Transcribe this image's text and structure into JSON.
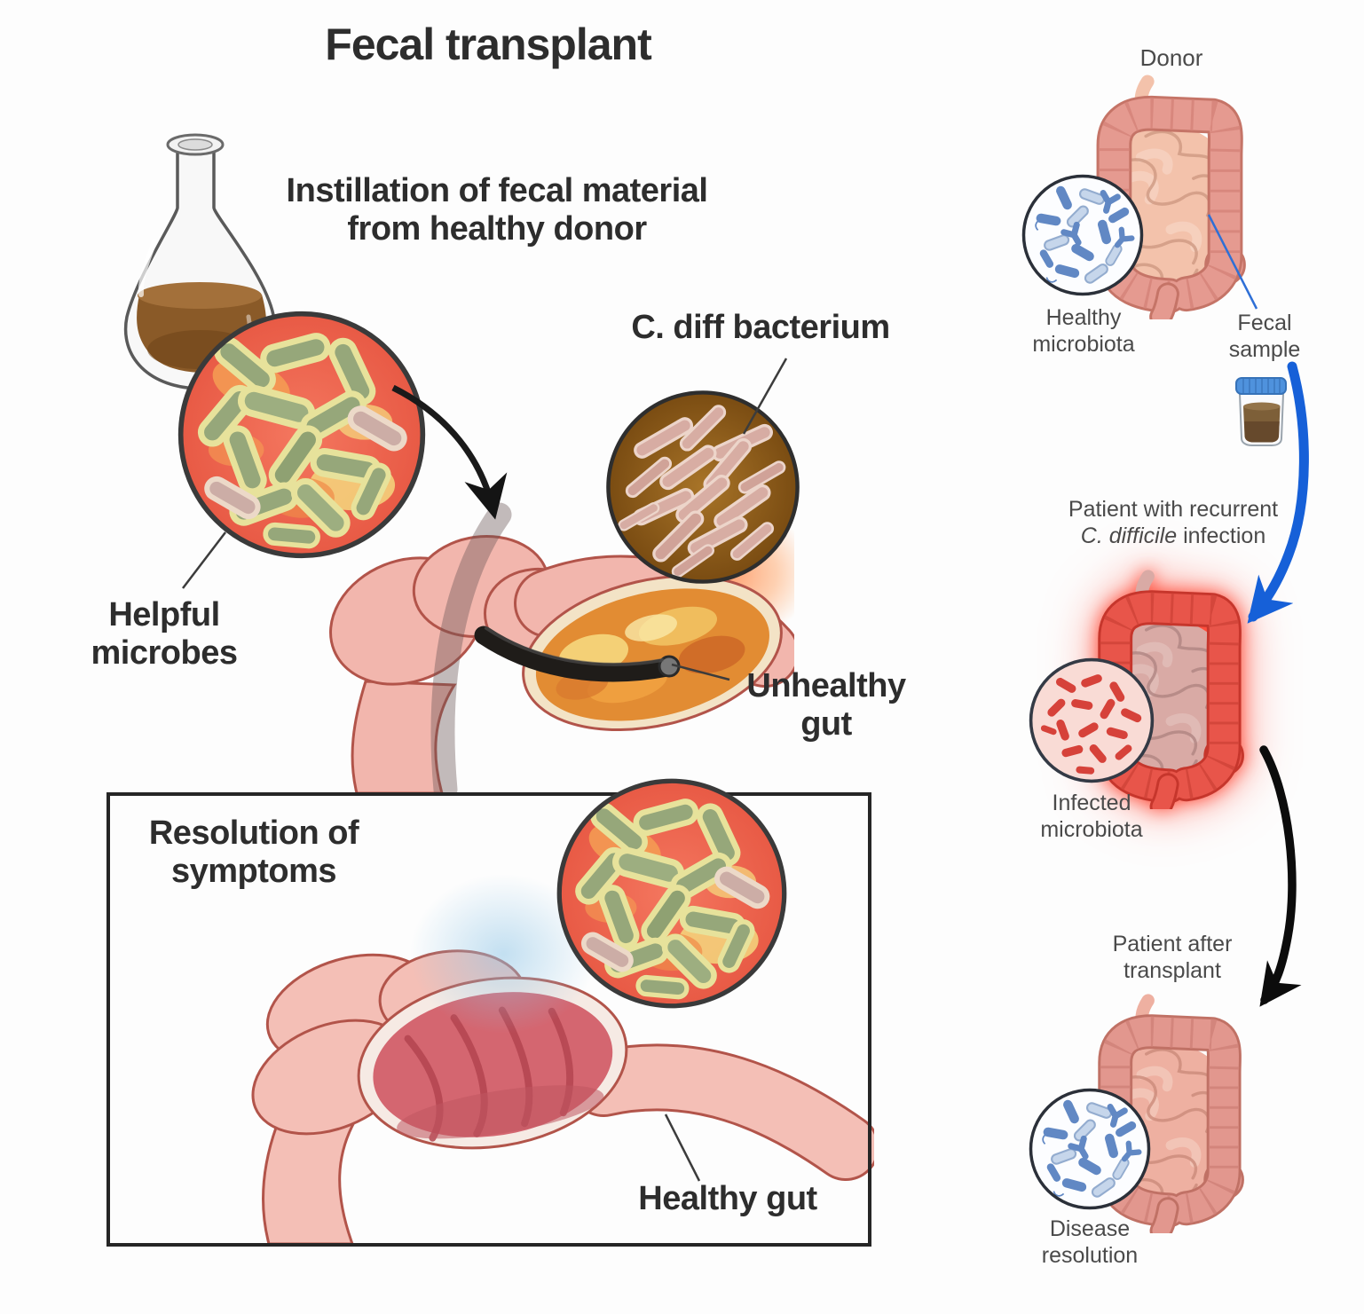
{
  "left_panel": {
    "title": "Fecal transplant",
    "subtitle": {
      "line1": "Instillation of fecal material",
      "line2": "from healthy donor"
    },
    "labels": {
      "c_diff": "C. diff bacterium",
      "helpful": {
        "line1": "Helpful",
        "line2": "microbes"
      },
      "unhealthy": {
        "line1": "Unhealthy",
        "line2": "gut"
      },
      "resolution": {
        "line1": "Resolution of",
        "line2": "symptoms"
      },
      "healthy_gut": "Healthy gut"
    }
  },
  "right_panel": {
    "donor": {
      "title": "Donor",
      "inset_label": {
        "line1": "Healthy",
        "line2": "microbiota"
      },
      "sample_label": {
        "line1": "Fecal",
        "line2": "sample"
      }
    },
    "patient_infected": {
      "title_line1": "Patient with recurrent",
      "title_species": "C. difficile",
      "title_line2_rest": " infection",
      "inset_label": {
        "line1": "Infected",
        "line2": "microbiota"
      }
    },
    "patient_after": {
      "title_line1": "Patient after",
      "title_line2": "transplant",
      "inset_label": {
        "line1": "Disease",
        "line2": "resolution"
      }
    }
  },
  "icons": {
    "flask": "erlenmeyer-flask",
    "sample_cup": "specimen-container",
    "donor_colon": "intestine-pictogram",
    "infected_colon": "inflamed-intestine-pictogram",
    "after_colon": "intestine-pictogram",
    "blue_arrow": "curved-transfer-arrow",
    "black_arrow": "curved-transfer-arrow",
    "instill_arrow": "curved-arrow"
  },
  "colors": {
    "label_text": "#2d2d2d",
    "right_label_text": "#4a4a4a",
    "blue_arrow": "#1660d8",
    "black_arrow": "#141414",
    "healthy_microbe_blue": "#6188c4",
    "infected_microbe_red": "#d6423a",
    "helpful_microbe_green": "#96a77a",
    "c_diff_inset_brown": "#8a5a1e",
    "gut_pink": "#f2b6ad",
    "unhealthy_interior_orange": "#e28c33",
    "healthy_interior_rose": "#d46670",
    "infected_glow": "#ff3822",
    "flask_liquid": "#8a5a28"
  }
}
